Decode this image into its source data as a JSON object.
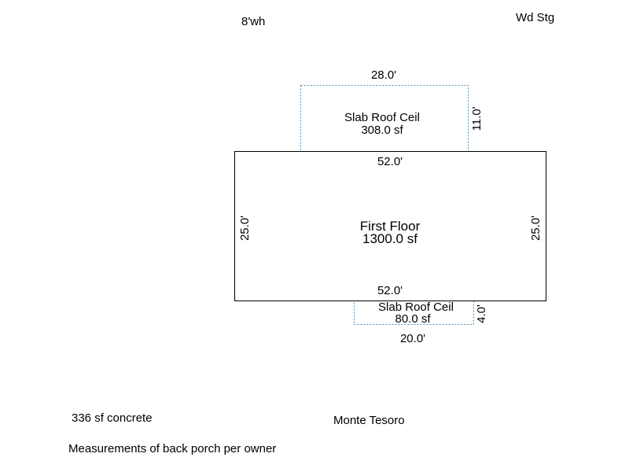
{
  "colors": {
    "main_outline": "#000000",
    "dashed_outline": "#4a8fb5",
    "text": "#000000"
  },
  "notes": {
    "wall_height": "8'wh",
    "exterior": "Wd Stg",
    "concrete": "336 sf concrete",
    "subdivision": "Monte Tesoro",
    "porch_note": "Measurements of back porch per owner"
  },
  "areas": {
    "top_slab": {
      "name": "Slab Roof Ceil",
      "area": "308.0 sf",
      "width_label": "28.0'",
      "depth_label": "11.0'",
      "style": "dashed"
    },
    "first_floor": {
      "name": "First Floor",
      "area": "1300.0 sf",
      "top_label": "52.0'",
      "bottom_label": "52.0'",
      "left_label": "25.0'",
      "right_label": "25.0'",
      "style": "solid"
    },
    "bottom_slab": {
      "name": "Slab Roof Ceil",
      "area": "80.0 sf",
      "width_label": "20.0'",
      "depth_label": "4.0'",
      "style": "dashed"
    }
  }
}
